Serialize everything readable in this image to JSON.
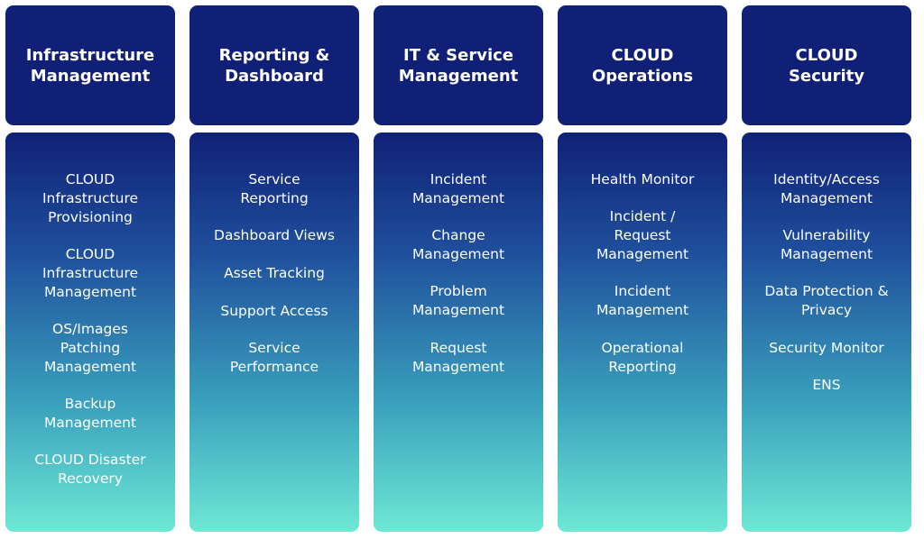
{
  "columns": [
    {
      "title": "Infrastructure\nManagement",
      "items": [
        "CLOUD\nInfrastructure\nProvisioning",
        "CLOUD\nInfrastructure\nManagement",
        "OS/Images\nPatching\nManagement",
        "Backup\nManagement",
        "CLOUD Disaster\nRecovery"
      ]
    },
    {
      "title": "Reporting &\nDashboard",
      "items": [
        "Service\nReporting",
        "Dashboard Views",
        "Asset Tracking",
        "Support Access",
        "Service\nPerformance"
      ]
    },
    {
      "title": "IT & Service\nManagement",
      "items": [
        "Incident\nManagement",
        "Change\nManagement",
        "Problem\nManagement",
        "Request\nManagement"
      ]
    },
    {
      "title": "CLOUD\nOperations",
      "items": [
        "Health Monitor",
        "Incident /\nRequest\nManagement",
        "Incident\nManagement",
        "Operational\nReporting"
      ]
    },
    {
      "title": "CLOUD\nSecurity",
      "items": [
        "Identity/Access\nManagement",
        "Vulnerability\nManagement",
        "Data Protection &\nPrivacy",
        "Security Monitor",
        "ENS"
      ]
    }
  ]
}
